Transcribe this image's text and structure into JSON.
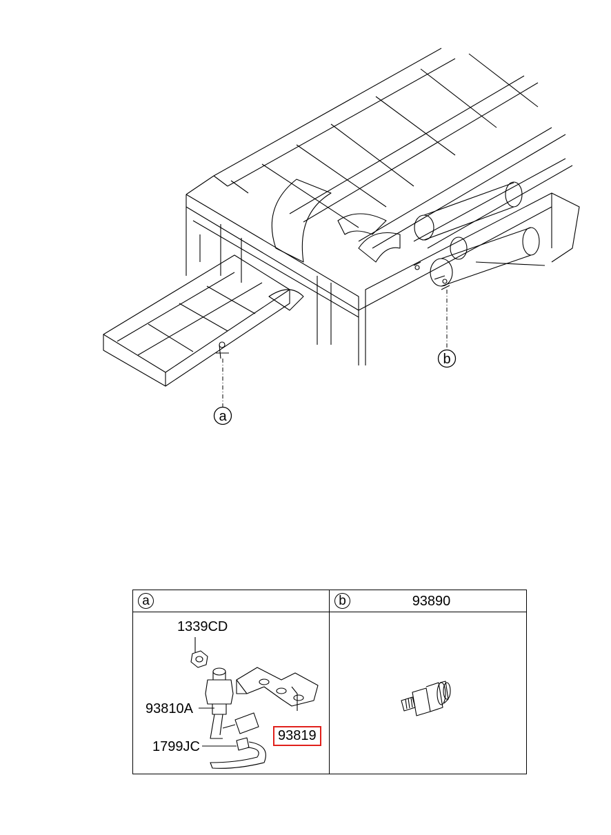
{
  "diagram": {
    "callouts": [
      {
        "id": "a",
        "label": "a"
      },
      {
        "id": "b",
        "label": "b"
      }
    ]
  },
  "table": {
    "col_a": {
      "marker": "a",
      "parts": [
        {
          "label": "1339CD"
        },
        {
          "label": "93810A"
        },
        {
          "label": "1799JC"
        },
        {
          "label": "93819",
          "highlighted": true
        }
      ]
    },
    "col_b": {
      "marker": "b",
      "part": "93890"
    }
  },
  "colors": {
    "line": "#000000",
    "highlight": "#e0201b"
  }
}
